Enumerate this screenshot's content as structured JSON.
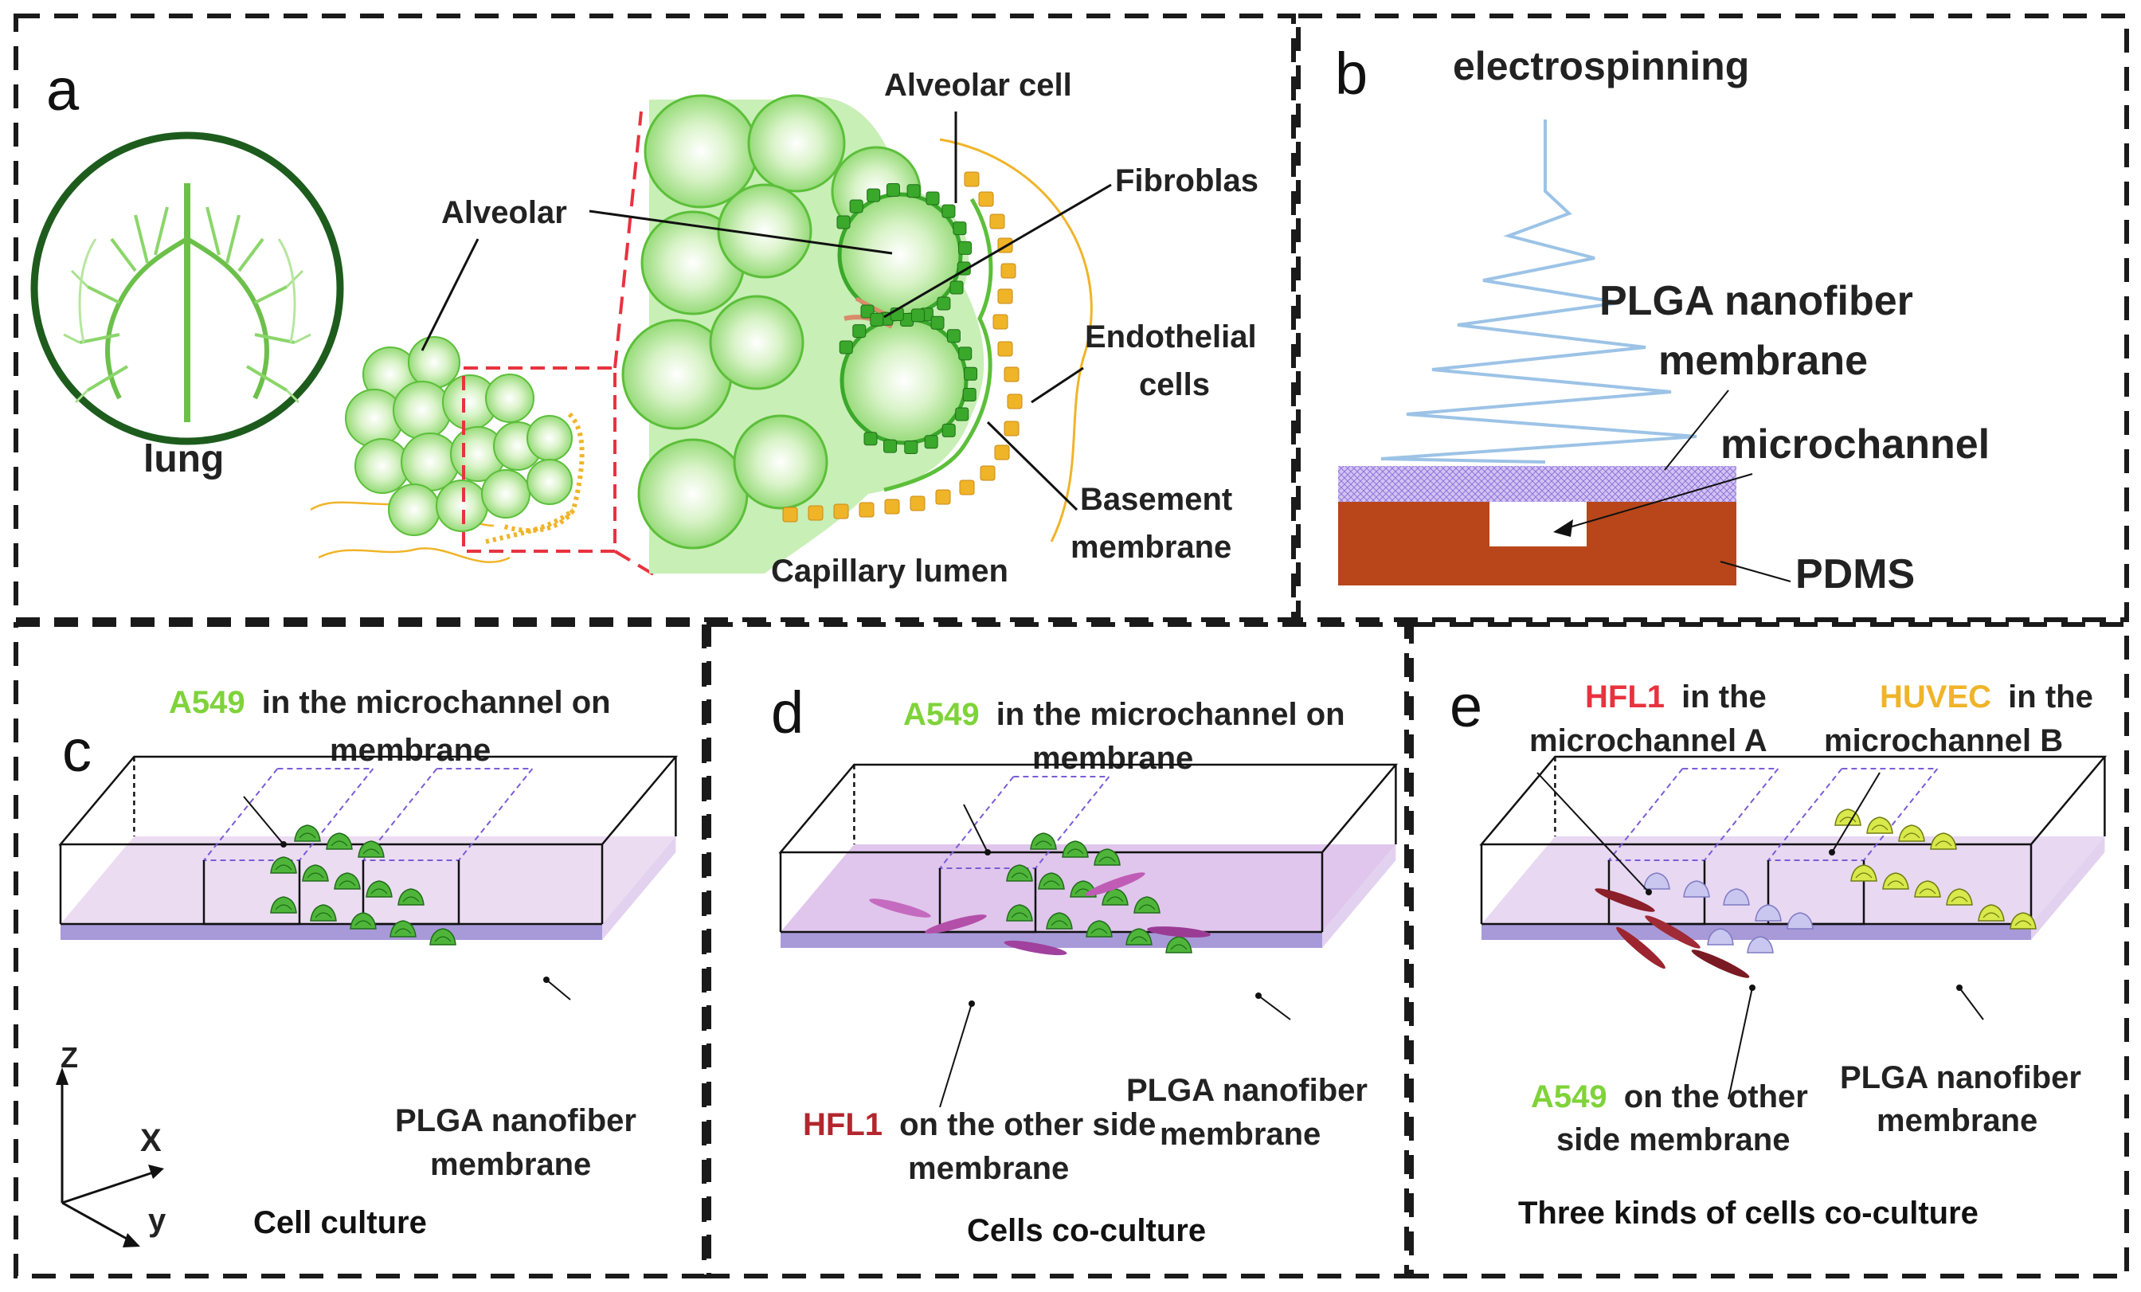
{
  "panels": {
    "a": {
      "letter": "a",
      "lung": "lung",
      "alveolar": "Alveolar",
      "alveolar_cell": "Alveolar cell",
      "fibroblas": "Fibroblas",
      "endothelial_1": "Endothelial",
      "endothelial_2": "cells",
      "basement_1": "Basement",
      "basement_2": "membrane",
      "capillary": "Capillary lumen"
    },
    "b": {
      "letter": "b",
      "electrospinning": "electrospinning",
      "plga_1": "PLGA nanofiber",
      "plga_2": "membrane",
      "microchannel": "microchannel",
      "pdms": "PDMS"
    },
    "c": {
      "letter": "c",
      "a549": "A549",
      "label_1": "in the microchannel on",
      "label_2": "membrane",
      "plga_1": "PLGA nanofiber",
      "plga_2": "membrane",
      "axis_z": "Z",
      "axis_x": "X",
      "axis_y": "y",
      "caption": "Cell culture"
    },
    "d": {
      "letter": "d",
      "a549": "A549",
      "label_1": "in the microchannel on",
      "label_2": "membrane",
      "hfl1": "HFL1",
      "hfl1_rest": "on the other side",
      "hfl1_2": "membrane",
      "plga_1": "PLGA nanofiber",
      "plga_2": "membrane",
      "caption": "Cells co-culture"
    },
    "e": {
      "letter": "e",
      "hfl1": "HFL1",
      "hfl1_rest": "in the",
      "hfl1_2": "microchannel A",
      "huvec": "HUVEC",
      "huvec_rest": "in the",
      "huvec_2": "microchannel B",
      "a549": "A549",
      "a549_rest": "on the other",
      "a549_2": "side membrane",
      "plga_1": "PLGA nanofiber",
      "plga_2": "membrane",
      "caption": "Three kinds of cells co-culture"
    }
  },
  "colors": {
    "green_label": "#7fd33a",
    "red_label": "#e8333f",
    "dark_red_label": "#b3262d",
    "orange_label": "#f0b429",
    "purple_label": "#7a5cd6",
    "pdms": "#b8461a",
    "membrane": "#e9d6ee",
    "membrane_side": "#a89ad9"
  }
}
